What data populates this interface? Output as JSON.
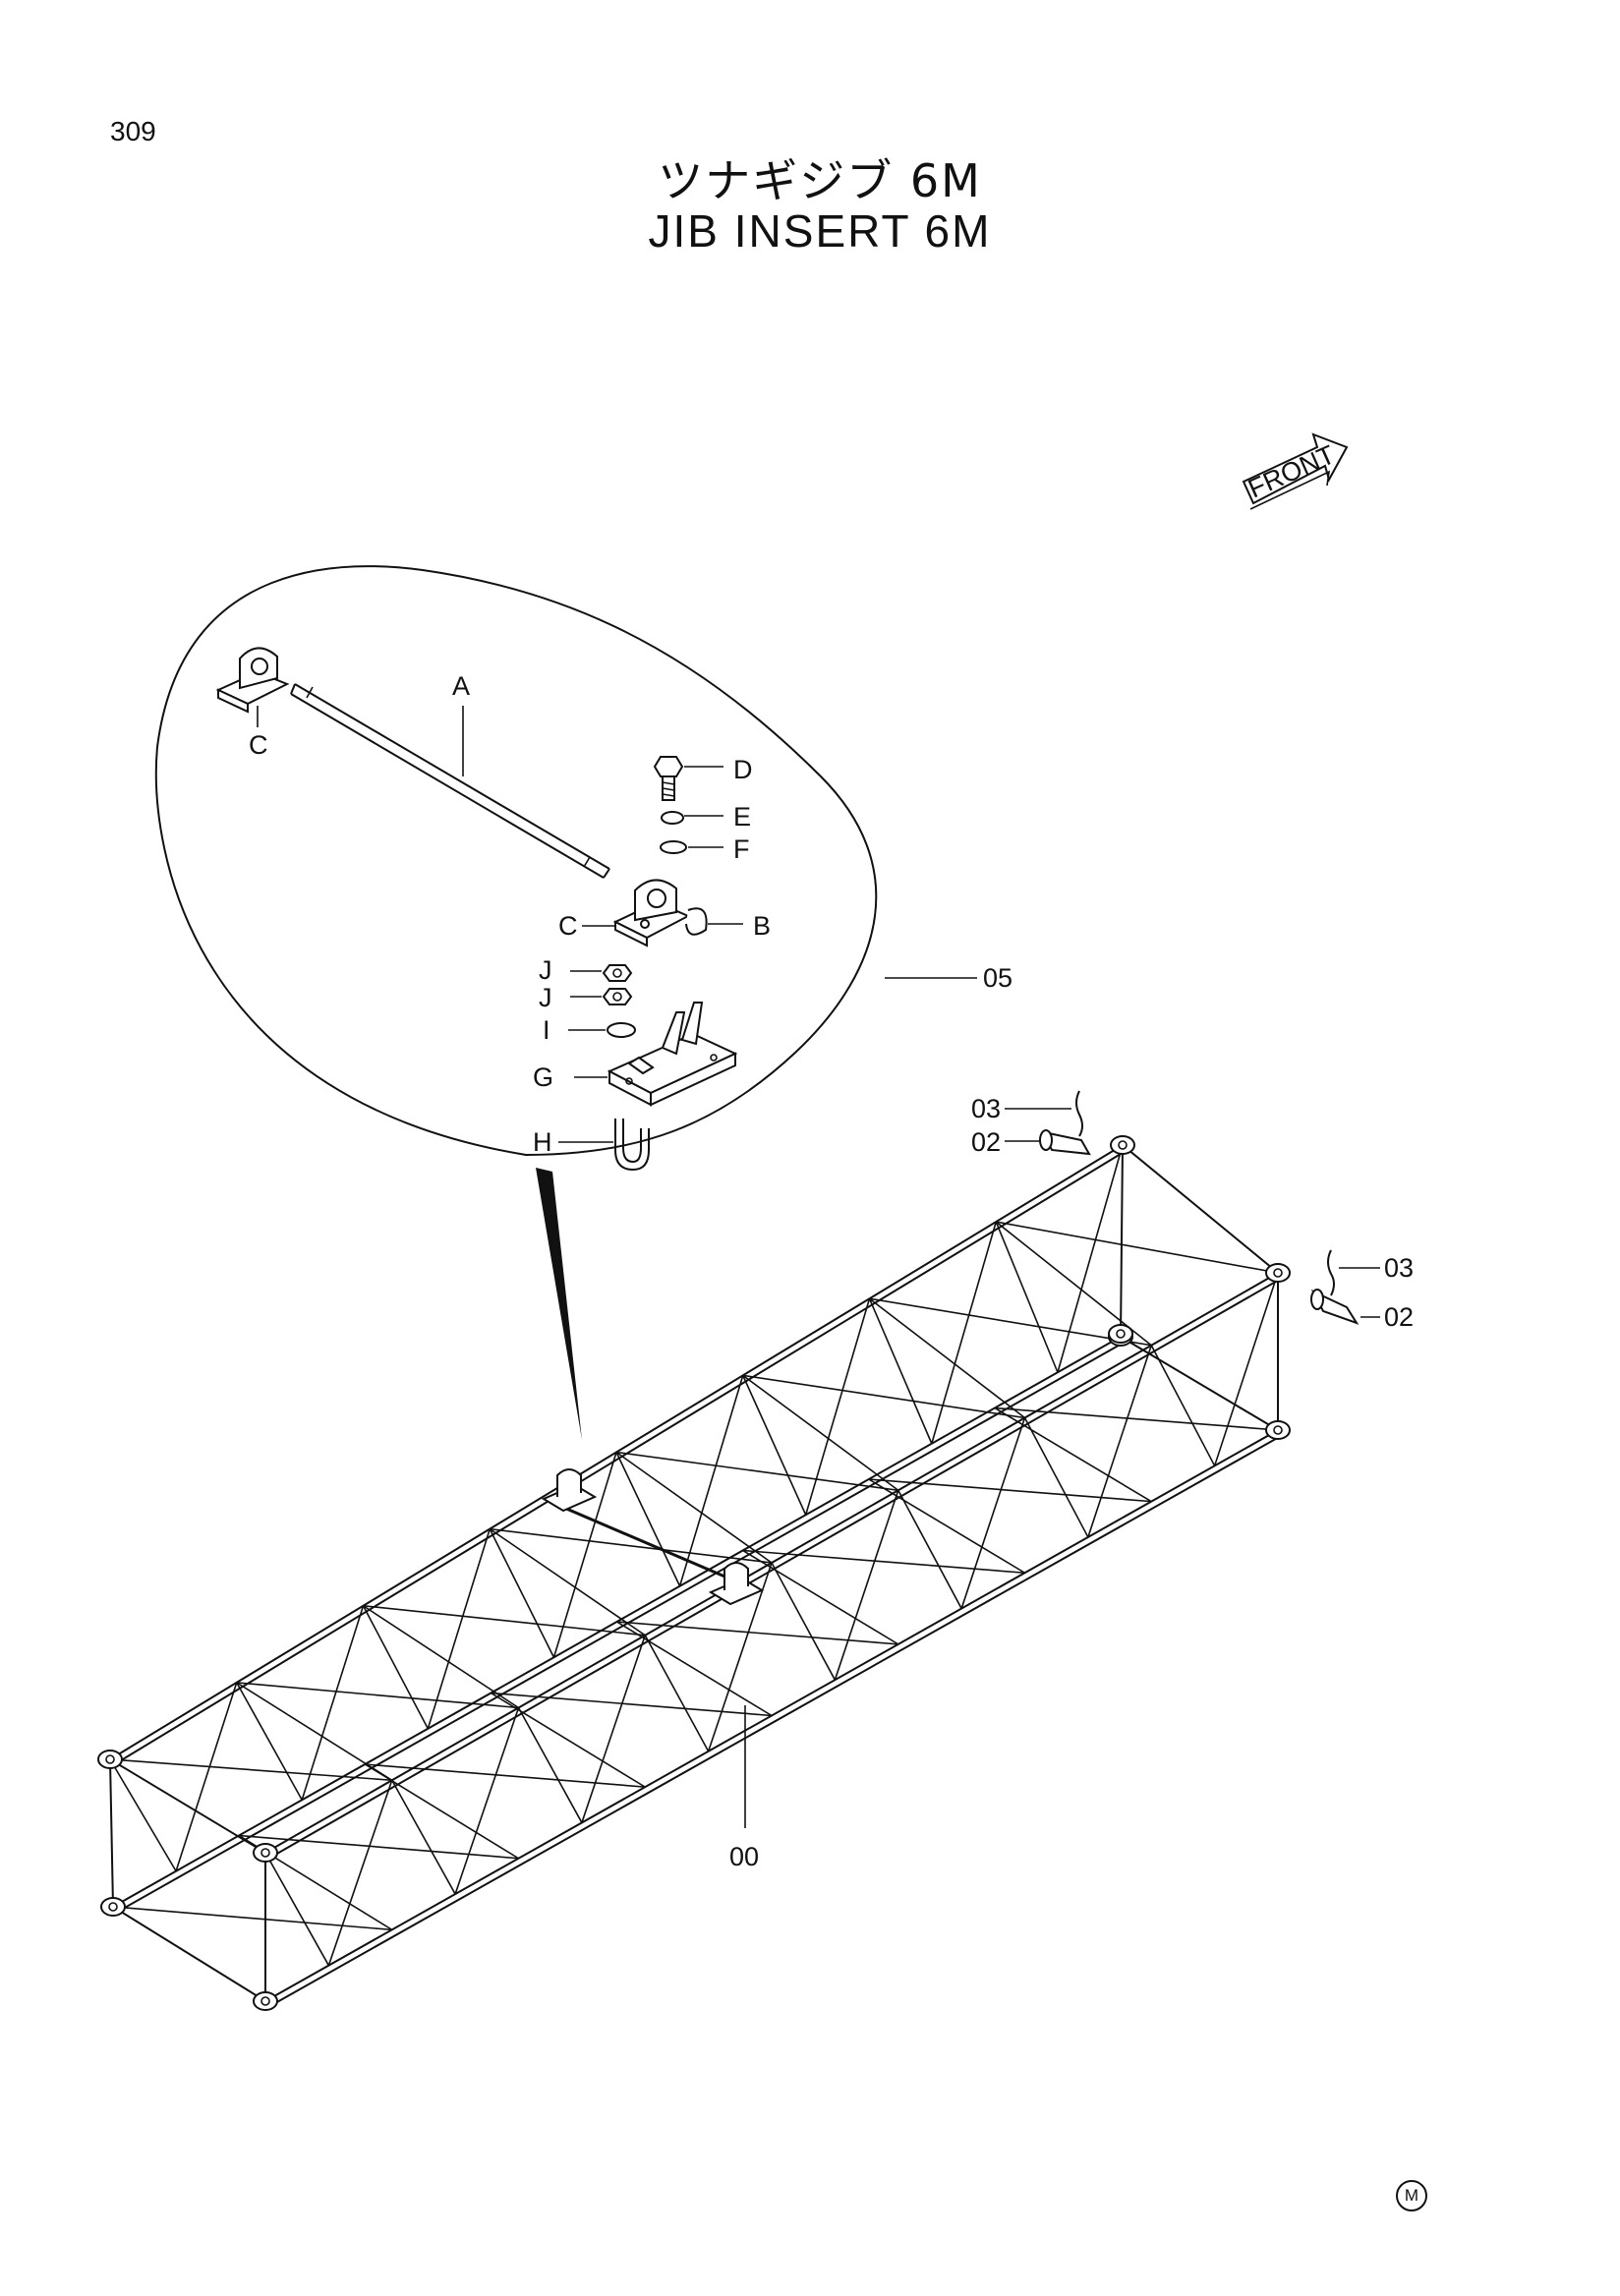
{
  "page_number": "309",
  "title_ja": "ツナギジブ 6M",
  "title_en": "JIB INSERT 6M",
  "front_arrow_label": "FRONT",
  "corner_mark": "M",
  "callouts": {
    "A": "A",
    "B": "B",
    "C1": "C",
    "C2": "C",
    "D": "D",
    "E": "E",
    "F": "F",
    "G": "G",
    "H": "H",
    "I": "I",
    "J1": "J",
    "J2": "J",
    "p05": "05",
    "p00": "00",
    "p03a": "03",
    "p02a": "02",
    "p03b": "03",
    "p02b": "02"
  },
  "icons": [
    "front-arrow-icon",
    "circled-m-icon"
  ]
}
